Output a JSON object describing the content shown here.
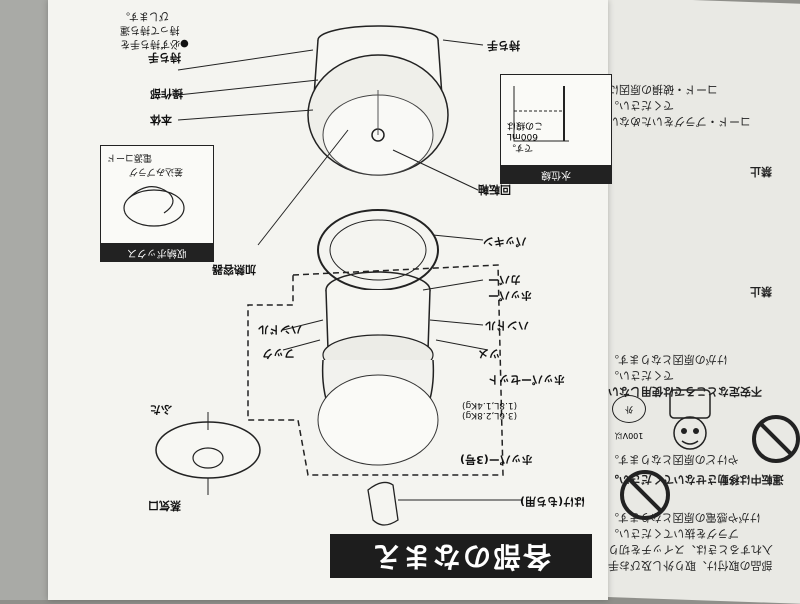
{
  "title": "各部のなまえ",
  "labels": {
    "handle_top_right": "持ち手",
    "handle_left": "持ち手",
    "handle_note_1": "●必ず持ち手を",
    "handle_note_2": "持って持ち運",
    "handle_note_3": "びします。",
    "operation": "操作部",
    "body": "本体",
    "rotation_shaft": "回転軸",
    "packing": "パッキン",
    "heating_vessel": "加熱容器",
    "storage_cord": "収納ボックス",
    "cord_hook": "電源コード",
    "plug_hook": "差込みプラグ",
    "cover": "カバー",
    "hopper": "ホッパー",
    "handle_small": "ハンドル",
    "hook": "フック",
    "latch": "ツメ",
    "hopper_set": "ホッパーセット",
    "hopper_pot": "ホッパー(3号)",
    "model_note_1": "(3.6L,2.8Kg)",
    "model_note_2": "(1.8L,1.4Kg)",
    "lid": "ふた",
    "vent": "蒸気口",
    "brush": "はけ(もち用)"
  },
  "water_box": {
    "header": "水位線",
    "line1": "この線は",
    "line2": "600mL",
    "line3": "です。"
  },
  "right_page": {
    "lines": [
      "部品の取付け、取り外し及びお手",
      "入れするときは、スイッチを切り",
      "プラグを抜いてください。",
      "けがや感電の原因となります。",
      "運転中は移動させないでください。",
      "やけどの原因となります。",
      "不安定なところでは使用しない",
      "でください。",
      "けがの原因となります。",
      "禁止",
      "コード・プラグをいためない",
      "でください。",
      "コード・破損の原因に",
      "禁止"
    ],
    "badge": "100V以外"
  }
}
